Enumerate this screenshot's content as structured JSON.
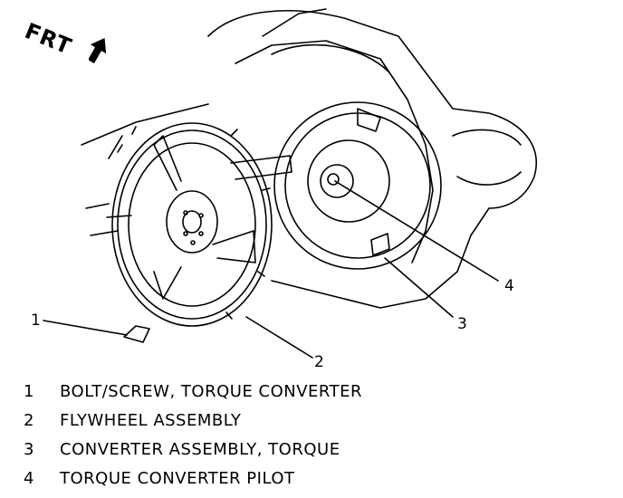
{
  "orientation": {
    "label": "FRT"
  },
  "callouts": [
    "1",
    "2",
    "3",
    "4"
  ],
  "legend": [
    {
      "num": "1",
      "text": "BOLT/SCREW, TORQUE CONVERTER"
    },
    {
      "num": "2",
      "text": "FLYWHEEL ASSEMBLY"
    },
    {
      "num": "3",
      "text": "CONVERTER ASSEMBLY, TORQUE"
    },
    {
      "num": "4",
      "text": "TORQUE CONVERTER PILOT"
    }
  ]
}
